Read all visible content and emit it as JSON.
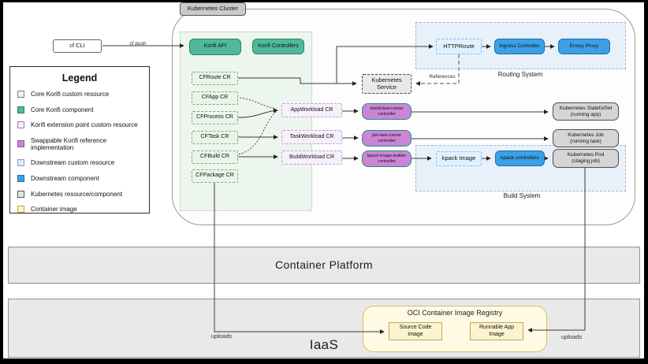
{
  "cli": {
    "label": "cf CLI",
    "push_label": "cf push"
  },
  "cluster": {
    "label": "Kubernetes Cluster",
    "korifi_api": "Korifi API",
    "korifi_controllers": "Korifi Controllers",
    "crs": [
      "CFRoute CR",
      "CFApp CR",
      "CFProcess CR",
      "CFTask CR",
      "CFBuild CR",
      "CFPackage CR"
    ],
    "workload_crs": [
      "AppWorkload CR",
      "TaskWorkload CR",
      "BuildWorkload CR"
    ],
    "controllers": [
      "statefulset-runner\ncontroller",
      "job-task-runner\ncontroller",
      "kpack-image-builder\ncontroller"
    ],
    "kubernetes_service": "Kubernetes\nService",
    "references_label": "References",
    "routing": {
      "label": "Routing System",
      "httproute": "HTTPRoute",
      "ingress_controller": "Ingress Controller",
      "envoy_proxy": "Envoy Proxy"
    },
    "build": {
      "label": "Build System",
      "kpack_image": "kpack Image",
      "kpack_controllers": "kpack controllers"
    },
    "k8s_resources": [
      "Kubernetes StatefulSet\n(running app)",
      "Kubernetes Job\n(running task)",
      "Kubernetes Pod\n(staging job)"
    ]
  },
  "legend": {
    "title": "Legend",
    "items": [
      {
        "label": "Core Korifi custom resource",
        "fill": "#EDF6ED",
        "border": "#6A8F6A"
      },
      {
        "label": "Core Korifi component",
        "fill": "#4FB999",
        "border": "#27836B"
      },
      {
        "label": "Korifi extension point custom resource",
        "fill": "#F6F0FA",
        "border": "#9A7FAA"
      },
      {
        "label": "Swappable Korifi reference implementation",
        "fill": "#CC85D6",
        "border": "#8F4F9E"
      },
      {
        "label": "Downstream custom resource",
        "fill": "#DDEBFB",
        "border": "#7FA6C9"
      },
      {
        "label": "Downstream component",
        "fill": "#3DA0E4",
        "border": "#1A6FAE"
      },
      {
        "label": "Kubernetes resource/component",
        "fill": "#E6E6E6",
        "border": "#555555"
      },
      {
        "label": "Container image",
        "fill": "#FBF2CE",
        "border": "#C7A74B"
      }
    ]
  },
  "platform": {
    "container_platform": "Container Platform",
    "iaas": "IaaS"
  },
  "registry": {
    "title": "OCI Container Image Registry",
    "source_image": "Source Code\nImage",
    "runnable_image": "Runnable App\nImage",
    "uploads_left": "uploads",
    "uploads_right": "uploads"
  }
}
